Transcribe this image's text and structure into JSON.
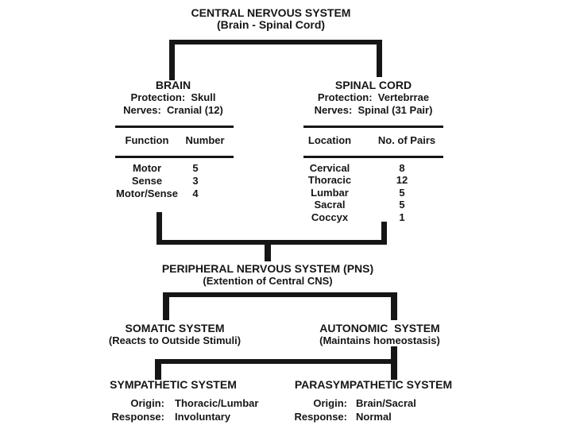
{
  "palette": {
    "bg": "#ffffff",
    "ink": "#161616"
  },
  "cns": {
    "title": "CENTRAL NERVOUS SYSTEM",
    "subtitle": "(Brain - Spinal Cord)"
  },
  "brain": {
    "title": "BRAIN",
    "protection": "Protection:  Skull",
    "nerves": "Nerves:  Cranial (12)",
    "table": {
      "col1": "Function",
      "col2": "Number",
      "rows": [
        {
          "label": "Motor",
          "value": "5"
        },
        {
          "label": "Sense",
          "value": "3"
        },
        {
          "label": "Motor/Sense",
          "value": "4"
        }
      ]
    }
  },
  "spinal": {
    "title": "SPINAL CORD",
    "protection": "Protection:  Vertebrrae",
    "nerves": "Nerves:  Spinal (31 Pair)",
    "table": {
      "col1": "Location",
      "col2": "No. of Pairs",
      "rows": [
        {
          "label": "Cervical",
          "value": "8"
        },
        {
          "label": "Thoracic",
          "value": "12"
        },
        {
          "label": "Lumbar",
          "value": "5"
        },
        {
          "label": "Sacral",
          "value": "5"
        },
        {
          "label": "Coccyx",
          "value": "1"
        }
      ]
    }
  },
  "pns": {
    "title": "PERIPHERAL NERVOUS SYSTEM (PNS)",
    "subtitle": "(Extention of Central CNS)"
  },
  "somatic": {
    "title": "SOMATIC SYSTEM",
    "subtitle": "(Reacts to Outside Stimuli)"
  },
  "autonomic": {
    "title": "AUTONOMIC  SYSTEM",
    "subtitle": "(Maintains homeostasis)"
  },
  "sympathetic": {
    "title": "SYMPATHETIC SYSTEM",
    "origin_label": "Origin:",
    "origin_value": "Thoracic/Lumbar",
    "response_label": "Response:",
    "response_value": "Involuntary"
  },
  "parasympathetic": {
    "title": "PARASYMPATHETIC SYSTEM",
    "origin_label": "Origin:",
    "origin_value": "Brain/Sacral",
    "response_label": "Response:",
    "response_value": "Normal"
  }
}
